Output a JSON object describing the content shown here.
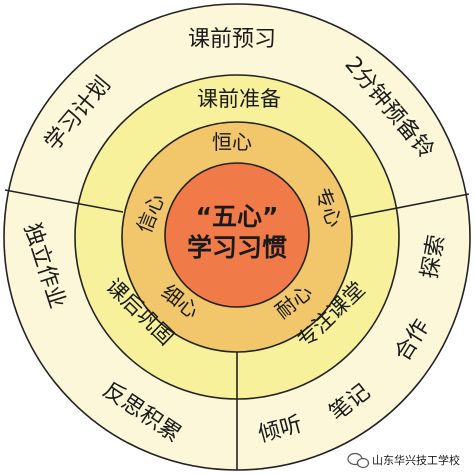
{
  "colors": {
    "outer_ring": "#fbf7d8",
    "middle_ring": "#f7f19c",
    "inner_ring": "#f2c66a",
    "core": "#f07a48",
    "stroke": "#222222"
  },
  "center": {
    "line1": "“五心”",
    "line2": "学习习惯"
  },
  "middle_ring": {
    "top": "课前准备",
    "bottom_left": "课后巩固",
    "bottom_right": "专注课堂"
  },
  "inner_ring": {
    "top": "恒心",
    "left": "信心",
    "right": "专心",
    "bottom_left": "细心",
    "bottom_right": "耐心"
  },
  "outer_ring": {
    "top": "课前预习",
    "top_left": "学习计划",
    "top_right": "2分钟预备铃",
    "left": "独立作业",
    "bottom_left": "反思积累",
    "bottom": [
      "倾听",
      "笔记",
      "合作"
    ],
    "right": "探索"
  },
  "watermark": "山东华兴技工学校",
  "watermark_icon": "wechat-icon"
}
